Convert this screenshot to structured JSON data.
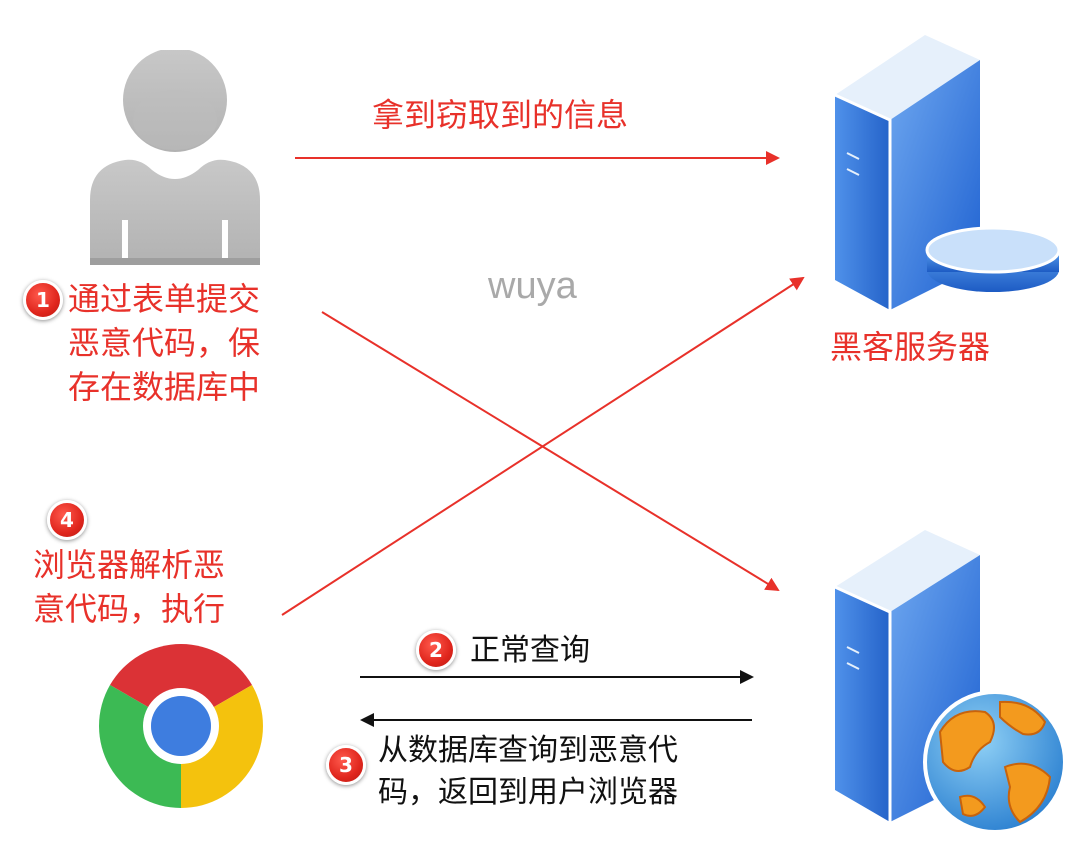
{
  "labels": {
    "steal_info": "拿到窃取到的信息",
    "hacker_server": "黑客服务器",
    "watermark": "wuya",
    "normal_query": "正常查询"
  },
  "steps": {
    "step1": {
      "badge": "1",
      "lines": [
        "通过表单提交",
        "恶意代码，保",
        "存在数据库中"
      ]
    },
    "step2": {
      "badge": "2",
      "text": "正常查询"
    },
    "step3": {
      "badge": "3",
      "lines": [
        "从数据库查询到恶意代",
        "码，返回到用户浏览器"
      ]
    },
    "step4": {
      "badge": "4",
      "lines": [
        "浏览器解析恶",
        "意代码，执行"
      ]
    }
  },
  "icons": {
    "attacker": "user-silhouette-icon",
    "hacker_server": "server-database-icon",
    "web_server": "server-globe-icon",
    "browser": "chrome-browser-icon"
  },
  "colors": {
    "arrow_red": "#e8312a",
    "arrow_black": "#111111",
    "label_red": "#e8312a",
    "user_gray": "#bdbdbd",
    "server_blue": "#2f7de0"
  }
}
